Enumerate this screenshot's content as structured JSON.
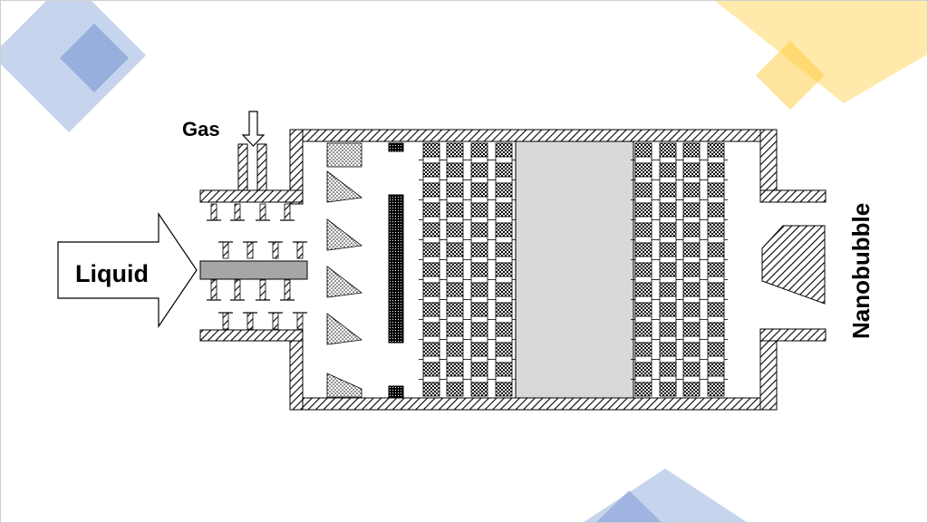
{
  "diagram": {
    "labels": {
      "gas": "Gas",
      "liquid": "Liquid",
      "nanobubble": "Nanobubble"
    },
    "colors": {
      "deco_blue": "#8eaadb",
      "deco_blue_dark": "#6f8fd0",
      "deco_yellow": "#ffd966",
      "deco_yellow_dark": "#ffc93c",
      "chamber_fill": "#d9d9d9",
      "rotor_bar": "#a6a6a6"
    }
  }
}
